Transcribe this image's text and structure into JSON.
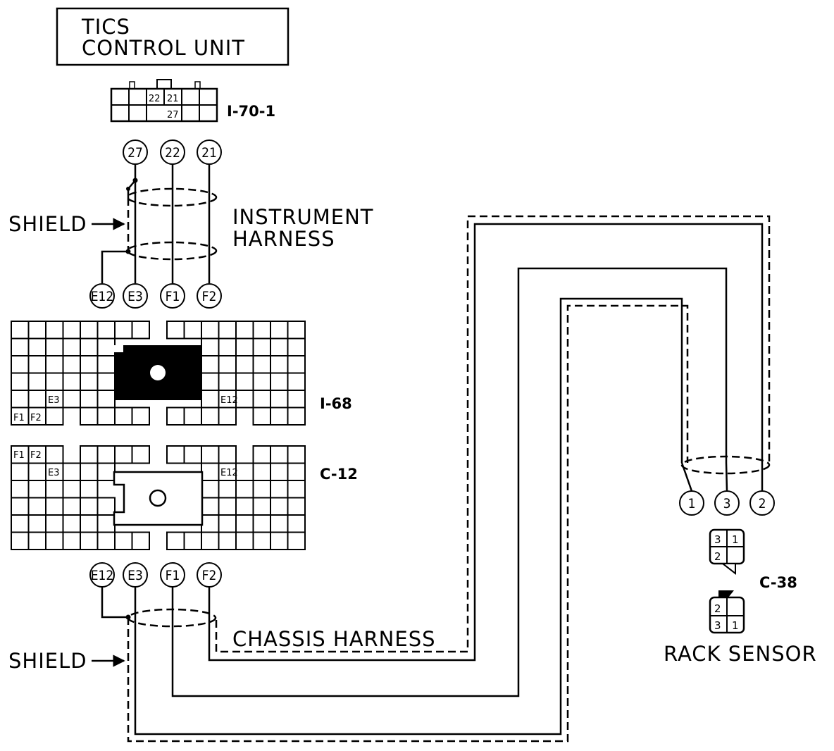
{
  "control_unit": {
    "line1": "TICS",
    "line2": "CONTROL UNIT"
  },
  "connectors": {
    "i70": {
      "id": "I-70-1",
      "cells": [
        "22",
        "21",
        "27"
      ]
    },
    "i68": {
      "id": "I-68"
    },
    "c12": {
      "id": "C-12"
    },
    "c38": {
      "id": "C-38"
    }
  },
  "cu_pins": [
    "27",
    "22",
    "21"
  ],
  "inst_pins": [
    "E12",
    "E3",
    "F1",
    "F2"
  ],
  "chassis_pins": [
    "E12",
    "E3",
    "F1",
    "F2"
  ],
  "sensor_pins": [
    "1",
    "3",
    "2"
  ],
  "cell_labels": {
    "e3": "E3",
    "e12": "E12",
    "f1": "F1",
    "f2": "F2"
  },
  "sensor_cells": {
    "top_a": "3",
    "top_b": "1",
    "top_c": "2",
    "bot_a": "2",
    "bot_b": "3",
    "bot_c": "1"
  },
  "labels": {
    "shield_top": "SHIELD",
    "shield_bottom": "SHIELD",
    "instrument_harness_1": "INSTRUMENT",
    "instrument_harness_2": "HARNESS",
    "chassis_harness": "CHASSIS HARNESS",
    "rack_sensor": "RACK SENSOR"
  }
}
